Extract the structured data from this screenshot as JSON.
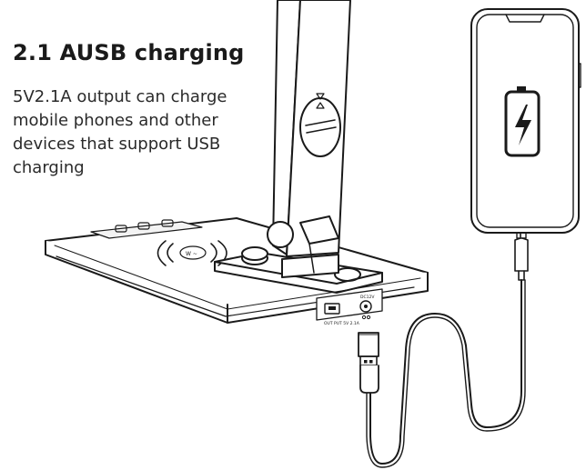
{
  "section": {
    "title": "2.1 AUSB charging",
    "description_lines": [
      "5V2.1A output can charge",
      "mobile phones and other",
      "devices that support USB",
      "charging"
    ]
  },
  "illustration": {
    "wireless_label": "W ~",
    "port_label": "OUT PUT 5V 2.1A",
    "dc_label": "DC12V",
    "phone_battery_icon": "battery-charging-icon",
    "stroke_color": "#1a1a1a"
  }
}
